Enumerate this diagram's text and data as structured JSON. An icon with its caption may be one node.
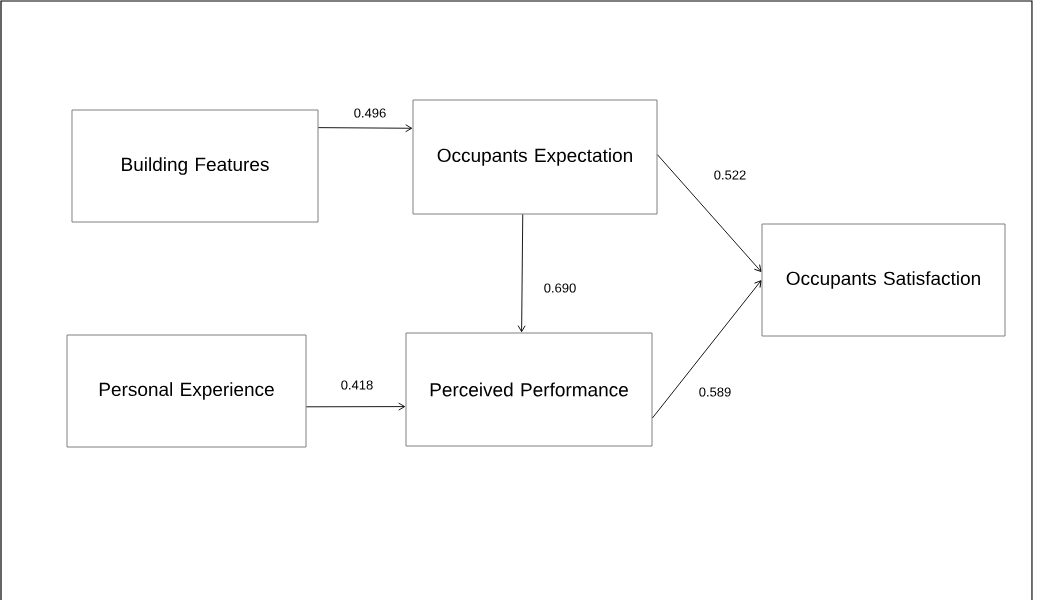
{
  "diagram": {
    "nodes": [
      {
        "text": [
          "Building Features"
        ]
      },
      {
        "text": [
          "Occupants Expectation"
        ]
      },
      {
        "text": [
          "Occupants Satisfaction"
        ]
      },
      {
        "text": [
          "Personal Experience"
        ]
      },
      {
        "text": [
          "Perceived Performance"
        ]
      }
    ],
    "edges": [
      {
        "from": 0,
        "to": 1,
        "arrow": "to",
        "label": "0.496"
      },
      {
        "from": 1,
        "to": 2,
        "arrow": "to",
        "label": "0.522"
      },
      {
        "from": 1,
        "to": 4,
        "arrow": "to",
        "label": "0.690"
      },
      {
        "from": 3,
        "to": 4,
        "arrow": "to",
        "label": "0.418"
      },
      {
        "from": 4,
        "to": 2,
        "arrow": "to",
        "label": "0.589"
      }
    ]
  }
}
